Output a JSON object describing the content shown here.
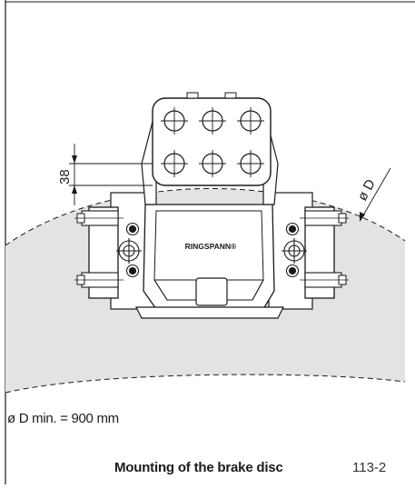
{
  "drawing": {
    "dimension_38": "38",
    "diameter_symbol": "ø D",
    "brand_mark": "RINGSPANN®"
  },
  "notes": {
    "min_diameter": "ø D min. = 900 mm"
  },
  "caption": {
    "title": "Mounting of the brake disc",
    "figure_number": "113-2"
  },
  "colors": {
    "disc_fill": "#e3e3e3",
    "line": "#1a1a1a",
    "body_fill": "#ffffff"
  }
}
